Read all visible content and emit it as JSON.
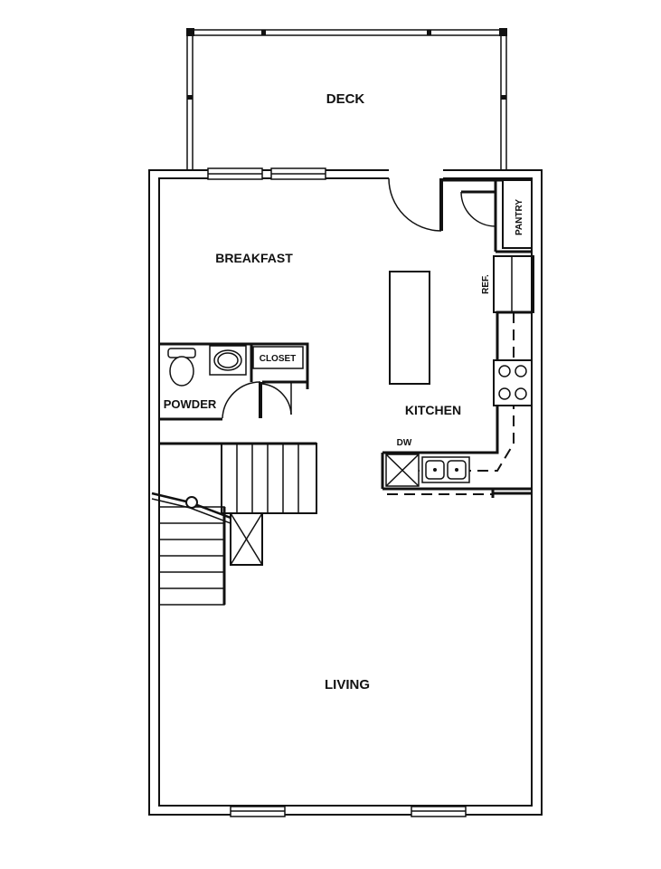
{
  "rooms": {
    "deck": "DECK",
    "breakfast": "BREAKFAST",
    "pantry": "PANTRY",
    "ref": "REF.",
    "closet": "CLOSET",
    "powder": "POWDER",
    "kitchen": "KITCHEN",
    "dw": "DW",
    "living": "LIVING"
  }
}
